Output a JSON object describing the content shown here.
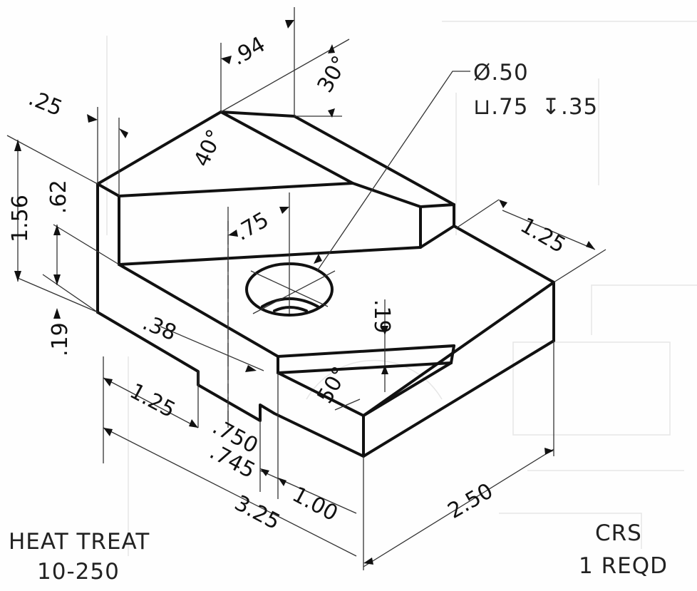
{
  "drawing": {
    "title": "Isometric drawing of guide block with V-groove and counterbored hole",
    "ink_color": "#111111",
    "background_color": "#fefefe",
    "faint_background_color": "#e6e6e6"
  },
  "dimensions": {
    "width_top_notch": ".94",
    "angle_30": "30°",
    "chamfer_025": ".25",
    "angle_40": "40°",
    "total_height": "1.56",
    "upper_height": ".62",
    "base_step": ".19",
    "hole_offset": ".75",
    "groove_offset": ".38",
    "right_ledge": "1.25",
    "left_step": "1.25",
    "slot_upper": ".750",
    "slot_lower": ".745",
    "slot_position": "1.00",
    "overall_length": "3.25",
    "overall_depth": "2.50",
    "rail_height": ".19",
    "angle_50": "50°"
  },
  "callout": {
    "diameter": "Ø.50",
    "counterbore": "⊔.75",
    "depth": "↧.35"
  },
  "notes": {
    "left_line1": "HEAT TREAT",
    "left_line2": "10-250",
    "right_line1": "CRS",
    "right_line2": "1 REQD"
  }
}
